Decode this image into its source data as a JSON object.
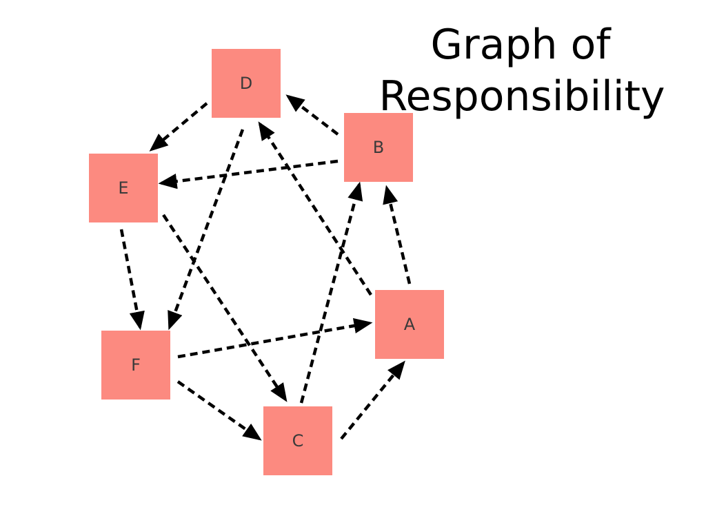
{
  "title": {
    "line1": "Graph of",
    "line2": "Responsibility"
  },
  "colors": {
    "node_fill": "#fc8a80",
    "edge": "#000000",
    "label": "#3a3a3a",
    "title": "#000000"
  },
  "nodes": [
    {
      "id": "D",
      "label": "D"
    },
    {
      "id": "B",
      "label": "B"
    },
    {
      "id": "E",
      "label": "E"
    },
    {
      "id": "A",
      "label": "A"
    },
    {
      "id": "F",
      "label": "F"
    },
    {
      "id": "C",
      "label": "C"
    }
  ],
  "edges": [
    {
      "from": "B",
      "to": "D"
    },
    {
      "from": "D",
      "to": "E"
    },
    {
      "from": "B",
      "to": "E"
    },
    {
      "from": "D",
      "to": "F"
    },
    {
      "from": "A",
      "to": "D"
    },
    {
      "from": "A",
      "to": "B"
    },
    {
      "from": "C",
      "to": "B"
    },
    {
      "from": "E",
      "to": "F"
    },
    {
      "from": "E",
      "to": "C"
    },
    {
      "from": "F",
      "to": "A"
    },
    {
      "from": "F",
      "to": "C"
    },
    {
      "from": "C",
      "to": "A"
    }
  ]
}
